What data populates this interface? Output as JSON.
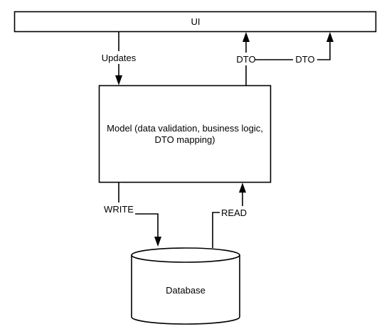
{
  "diagram": {
    "nodes": {
      "ui": {
        "label": "UI"
      },
      "model": {
        "label_line1": "Model (data validation, business logic,",
        "label_line2": "DTO mapping)"
      },
      "database": {
        "label": "Database"
      }
    },
    "edges": {
      "updates": {
        "label": "Updates",
        "from": "ui",
        "to": "model"
      },
      "dto_up": {
        "label": "DTO",
        "from": "model",
        "to": "ui"
      },
      "dto_side": {
        "label": "DTO",
        "from": "model",
        "to": "ui"
      },
      "write": {
        "label": "WRITE",
        "from": "model",
        "to": "database"
      },
      "read": {
        "label": "READ",
        "from": "database",
        "to": "model"
      }
    }
  }
}
